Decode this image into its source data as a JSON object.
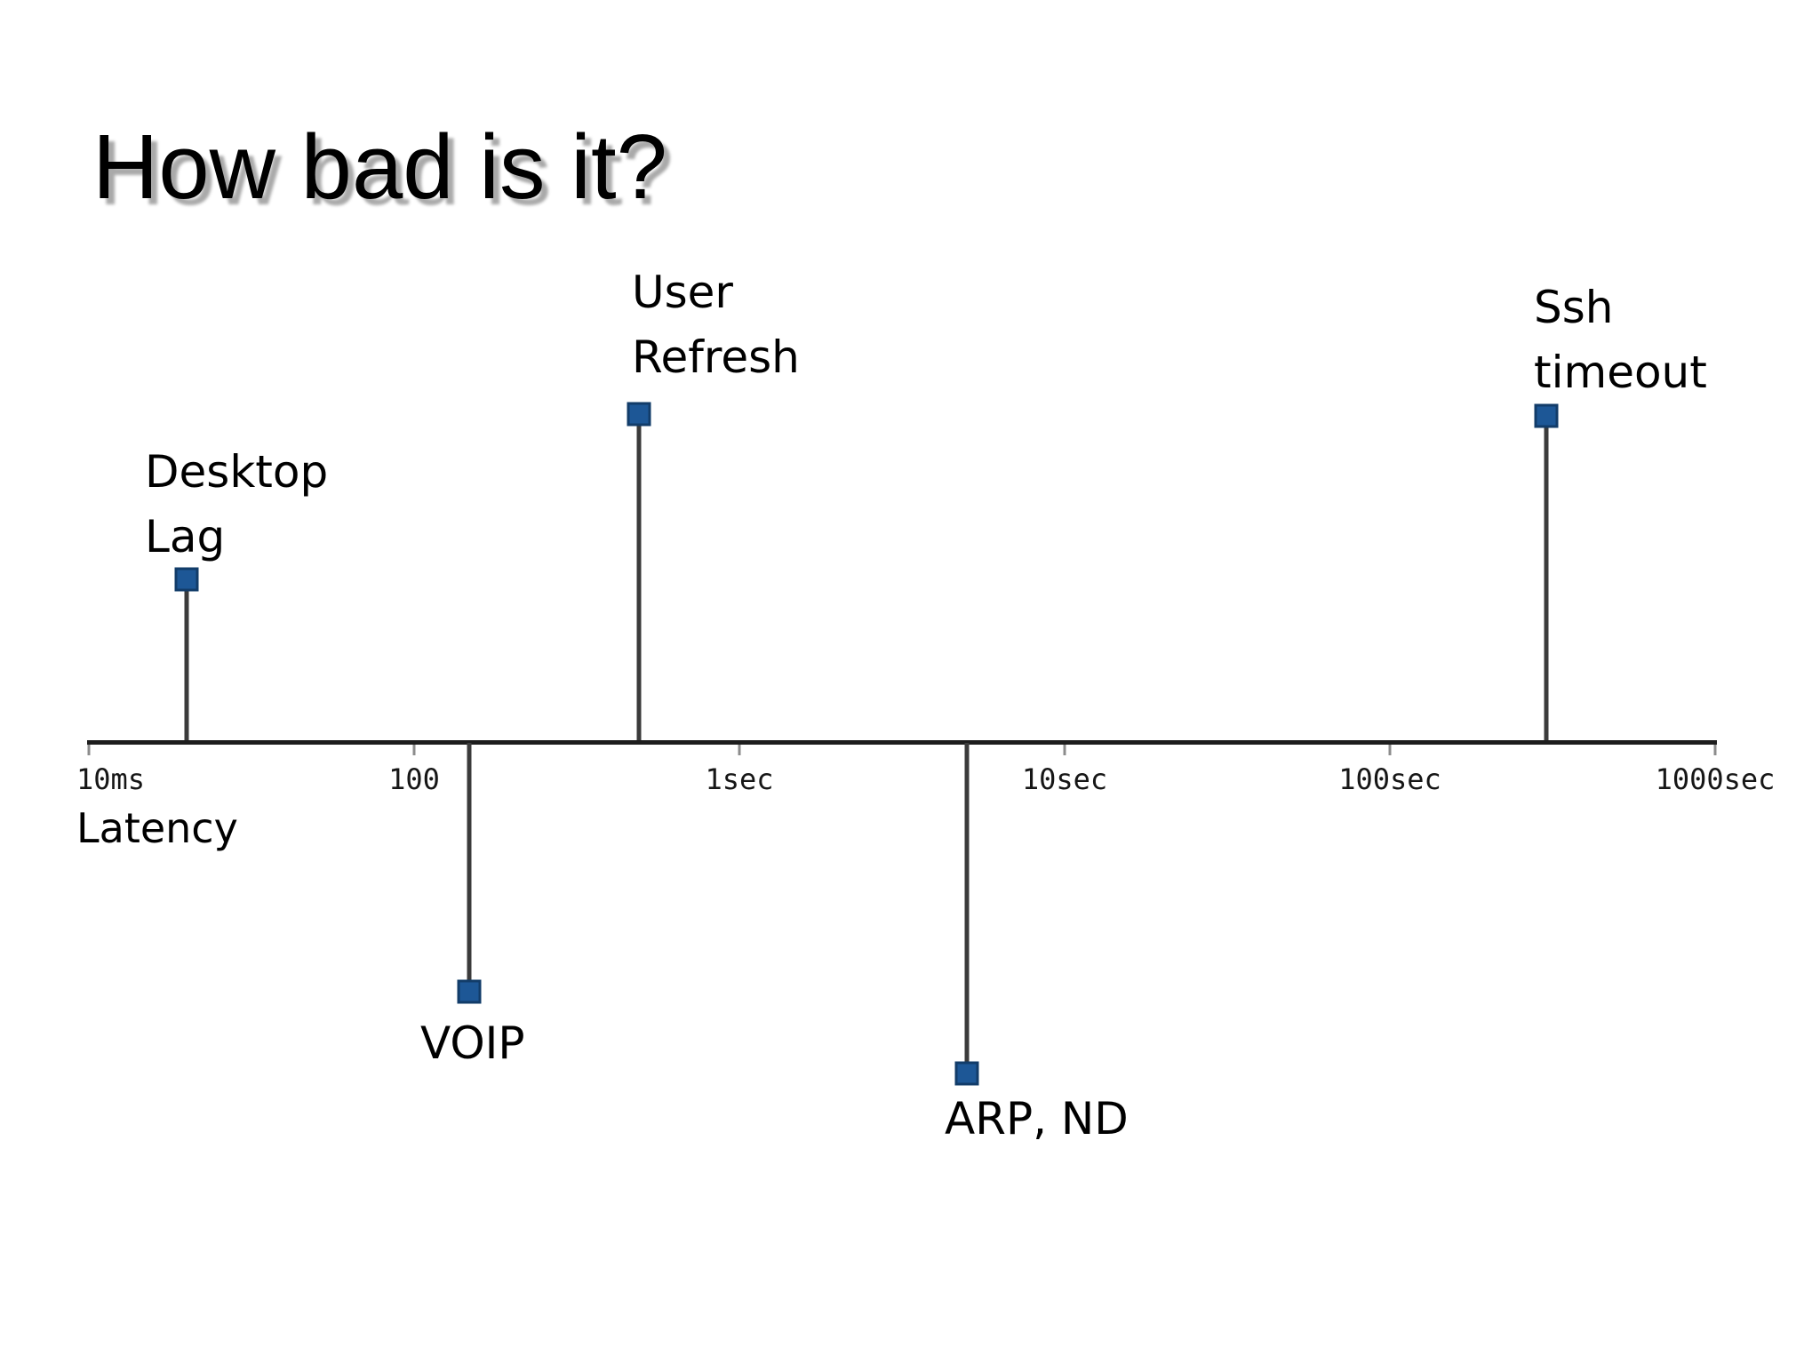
{
  "title": "How bad is it?",
  "chart_data": {
    "type": "timeline",
    "title": "How bad is it?",
    "xlabel": "Latency",
    "scale": "log",
    "grid": false,
    "axis_ticks": [
      {
        "label": "10ms",
        "decade": 0
      },
      {
        "label": "100",
        "decade": 1
      },
      {
        "label": "1sec",
        "decade": 2
      },
      {
        "label": "10sec",
        "decade": 3
      },
      {
        "label": "100sec",
        "decade": 4
      },
      {
        "label": "1000sec",
        "decade": 5
      }
    ],
    "events": [
      {
        "id": "desktop-lag",
        "lines": [
          "Desktop",
          "Lag"
        ],
        "approx_latency": "20ms",
        "decade": 0.3,
        "side": "above"
      },
      {
        "id": "voip",
        "lines": [
          "VOIP"
        ],
        "approx_latency": "150ms",
        "decade": 1.17,
        "side": "below"
      },
      {
        "id": "user-refresh",
        "lines": [
          "User",
          "Refresh"
        ],
        "approx_latency": "0.5sec",
        "decade": 1.69,
        "side": "above"
      },
      {
        "id": "arp-nd",
        "lines": [
          "ARP, ND"
        ],
        "approx_latency": "5sec",
        "decade": 2.7,
        "side": "below"
      },
      {
        "id": "ssh-timeout",
        "lines": [
          "Ssh",
          "timeout"
        ],
        "approx_latency": "300sec",
        "decade": 4.48,
        "side": "above"
      }
    ],
    "marker_color": "#1d5796",
    "marker_border_color": "#123c69",
    "axis_color": "#1d1d1d",
    "stem_color": "#3b3b3b"
  }
}
